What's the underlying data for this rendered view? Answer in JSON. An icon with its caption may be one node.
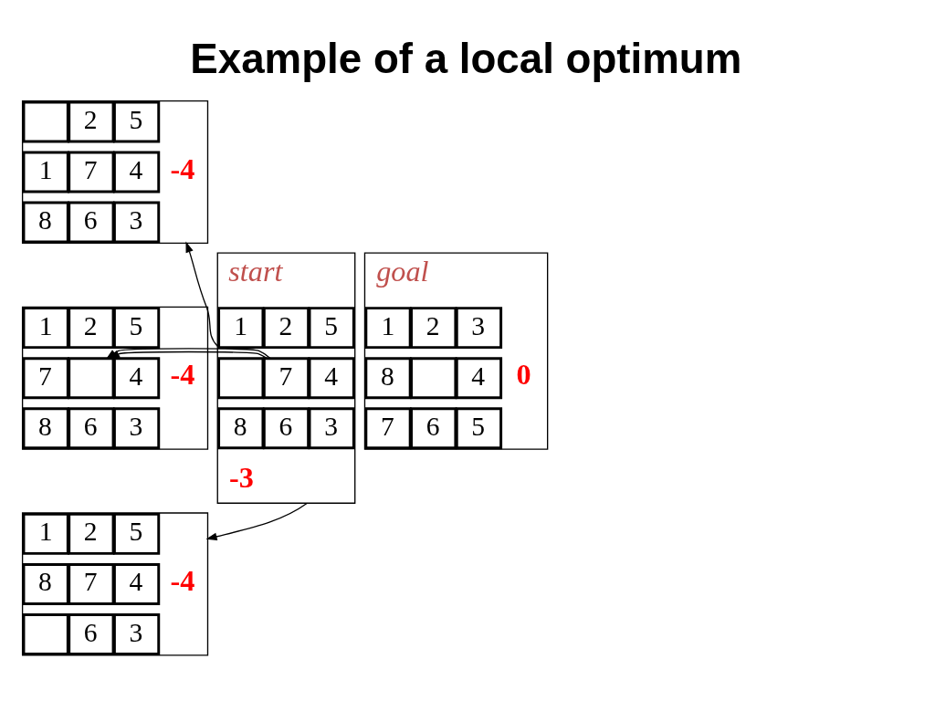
{
  "diagram": {
    "title": "Example of a local optimum",
    "nodes": [
      {
        "text": [],
        "shape": "box",
        "beside": [
          "start",
          "-3"
        ]
      },
      {
        "text": [
          "1"
        ],
        "in": 0
      },
      {
        "text": [
          "2"
        ],
        "in": 0
      },
      {
        "text": [
          "5"
        ],
        "in": 0
      },
      {
        "text": [],
        "shape": "box",
        "in": 0
      },
      {
        "text": [
          "7"
        ],
        "in": 0
      },
      {
        "text": [
          "4"
        ],
        "in": 0
      },
      {
        "text": [
          "8"
        ],
        "in": 0
      },
      {
        "text": [
          "6"
        ],
        "in": 0
      },
      {
        "text": [
          "3"
        ],
        "in": 0
      },
      {
        "text": [],
        "shape": "box",
        "beside": [
          "-4"
        ]
      },
      {
        "text": [],
        "shape": "box",
        "in": 10
      },
      {
        "text": [
          "2"
        ],
        "in": 10
      },
      {
        "text": [
          "5"
        ],
        "in": 10
      },
      {
        "text": [
          "1"
        ],
        "in": 10
      },
      {
        "text": [
          "7"
        ],
        "in": 10
      },
      {
        "text": [
          "4"
        ],
        "in": 10
      },
      {
        "text": [
          "8"
        ],
        "in": 10
      },
      {
        "text": [
          "6"
        ],
        "in": 10
      },
      {
        "text": [
          "3"
        ],
        "in": 10
      },
      {
        "text": [],
        "shape": "box",
        "beside": [
          "-4"
        ]
      },
      {
        "text": [
          "1"
        ],
        "in": 20
      },
      {
        "text": [
          "2"
        ],
        "in": 20
      },
      {
        "text": [
          "5"
        ],
        "in": 20
      },
      {
        "text": [
          "7"
        ],
        "in": 20
      },
      {
        "text": [],
        "shape": "box",
        "in": 20
      },
      {
        "text": [
          "4"
        ],
        "in": 20
      },
      {
        "text": [
          "8"
        ],
        "in": 20
      },
      {
        "text": [
          "6"
        ],
        "in": 20
      },
      {
        "text": [
          "3"
        ],
        "in": 20
      },
      {
        "text": [],
        "shape": "box",
        "beside": [
          "-4"
        ]
      },
      {
        "text": [
          "1"
        ],
        "in": 30
      },
      {
        "text": [
          "2"
        ],
        "in": 30
      },
      {
        "text": [
          "5"
        ],
        "in": 30
      },
      {
        "text": [
          "8"
        ],
        "in": 30
      },
      {
        "text": [
          "7"
        ],
        "in": 30
      },
      {
        "text": [
          "4"
        ],
        "in": 30
      },
      {
        "text": [],
        "shape": "box",
        "in": 30
      },
      {
        "text": [
          "6"
        ],
        "in": 30
      },
      {
        "text": [
          "3"
        ],
        "in": 30
      },
      {
        "text": [],
        "shape": "box",
        "beside": [
          "goal",
          "0"
        ]
      },
      {
        "text": [
          "1"
        ],
        "in": 40
      },
      {
        "text": [
          "2"
        ],
        "in": 40
      },
      {
        "text": [
          "3"
        ],
        "in": 40
      },
      {
        "text": [
          "8"
        ],
        "in": 40
      },
      {
        "text": [],
        "shape": "box",
        "in": 40
      },
      {
        "text": [
          "4"
        ],
        "in": 40
      },
      {
        "text": [
          "7"
        ],
        "in": 40
      },
      {
        "text": [
          "6"
        ],
        "in": 40
      },
      {
        "text": [
          "5"
        ],
        "in": 40
      }
    ],
    "edges": [
      {
        "from": 0,
        "to": 10,
        "arrow": "to"
      },
      {
        "from": 0,
        "to": 20,
        "arrow": "to"
      },
      {
        "from": 0,
        "to": 30,
        "arrow": "to"
      }
    ]
  }
}
